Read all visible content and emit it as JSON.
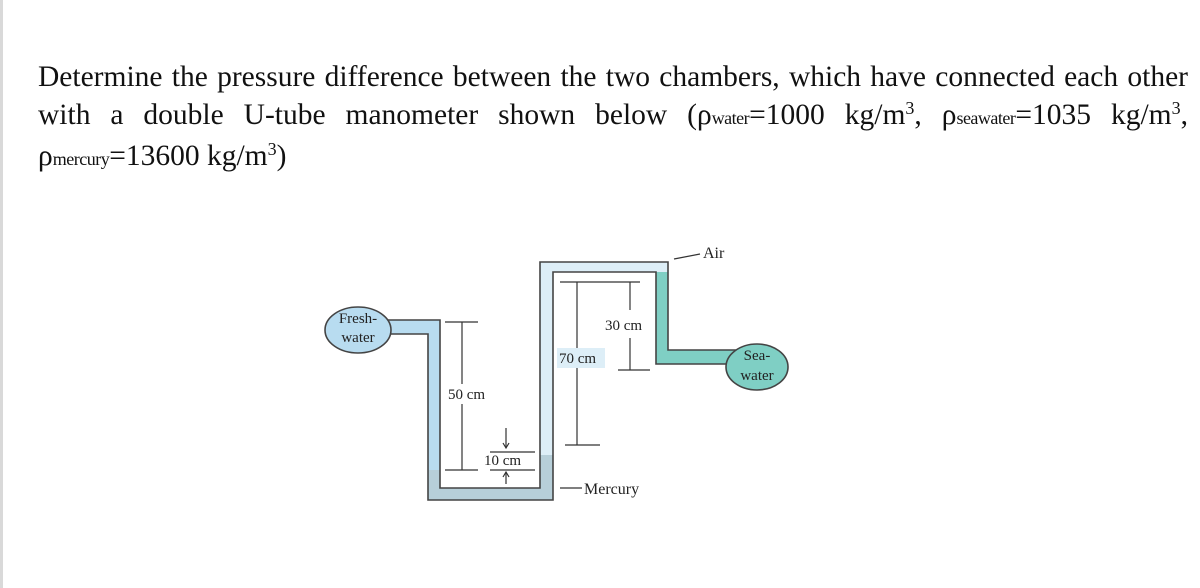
{
  "problem": {
    "intro": "Determine the pressure difference between the two chambers, which have connected each other with a double U-tube manometer shown below (",
    "rho_symbol": "ρ",
    "water_sub": "water",
    "water_val": "=1000 kg/m",
    "sep1": ", ",
    "seawater_sub": "seawater",
    "seawater_val": "=1035 kg/m",
    "sep2": ", ",
    "mercury_sub": "mercury",
    "mercury_val": "=13600 kg/m",
    "cube": "3",
    "close": ")"
  },
  "figure": {
    "fresh_water_line1": "Fresh-",
    "fresh_water_line2": "water",
    "sea_water_line1": "Sea-",
    "sea_water_line2": "water",
    "air_label": "Air",
    "mercury_label": "Mercury",
    "dim_50": "50 cm",
    "dim_10": "10 cm",
    "dim_70": "70 cm",
    "dim_30": "30 cm"
  },
  "colors": {
    "fresh_water": "#b8dcf0",
    "sea_water": "#7fcfc4",
    "mercury": "#b7cfd9",
    "tube_outline": "#444444"
  }
}
